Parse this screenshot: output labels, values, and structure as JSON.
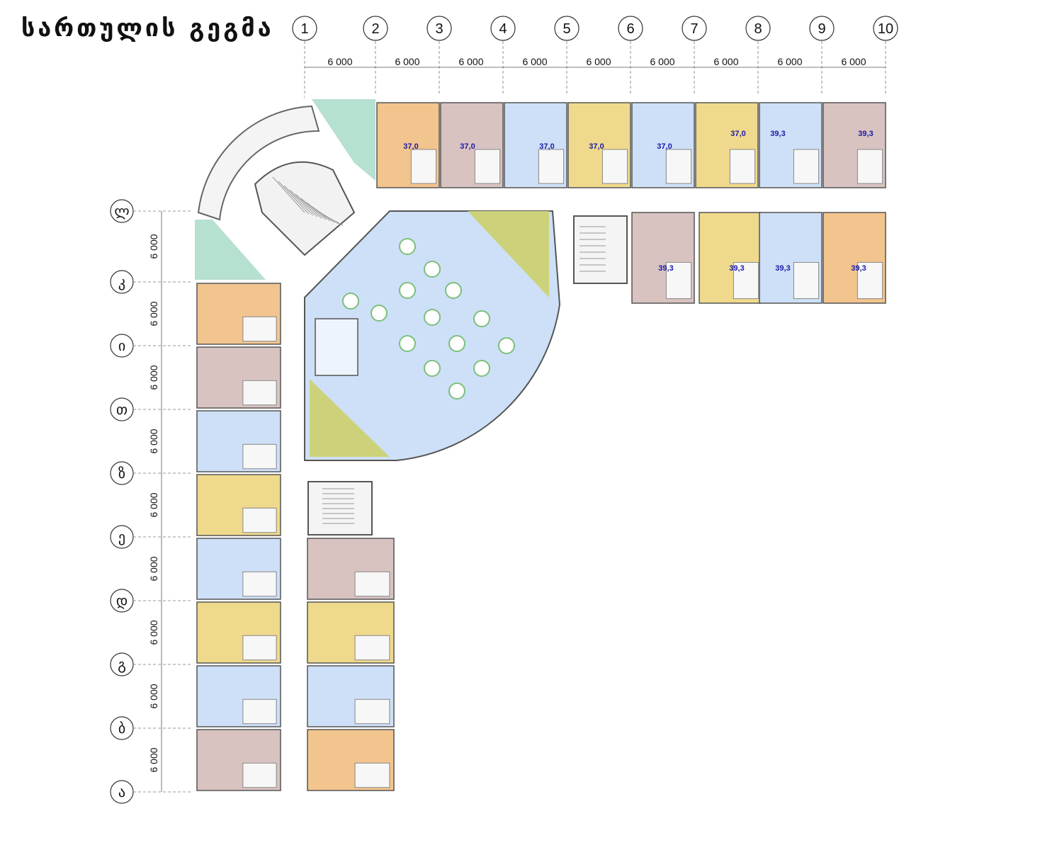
{
  "title": "სართულის გეგმა",
  "column_axes": [
    "1",
    "2",
    "3",
    "4",
    "5",
    "6",
    "7",
    "8",
    "9",
    "10"
  ],
  "row_axes": [
    "ლ",
    "კ",
    "ი",
    "თ",
    "ზ",
    "ე",
    "დ",
    "გ",
    "ბ",
    "ა"
  ],
  "dimension_label": "6 000",
  "room_areas_top": [
    "37,0",
    "37,0",
    "37,0",
    "37,0",
    "37,0",
    "37,0",
    "39,3",
    "39,3"
  ],
  "room_areas_bottom": [
    "39,3",
    "39,3",
    "39,3",
    "39,3"
  ],
  "colors": {
    "orange": "#f2c48e",
    "mauve": "#d8c3c0",
    "blue": "#cde0f7",
    "yellow": "#efd98c",
    "green": "#b6e0cf",
    "olive": "#cdd27a",
    "wall": "#555555",
    "corridor": "#ffffff"
  }
}
